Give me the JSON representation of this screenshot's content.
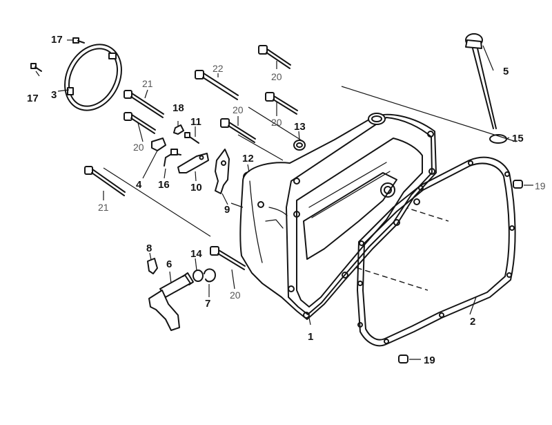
{
  "diagram": {
    "callouts": [
      {
        "id": "label-1",
        "text": "1"
      },
      {
        "id": "label-2",
        "text": "2"
      },
      {
        "id": "label-3",
        "text": "3"
      },
      {
        "id": "label-4",
        "text": "4"
      },
      {
        "id": "label-5",
        "text": "5"
      },
      {
        "id": "label-6",
        "text": "6"
      },
      {
        "id": "label-7",
        "text": "7"
      },
      {
        "id": "label-8",
        "text": "8"
      },
      {
        "id": "label-9",
        "text": "9"
      },
      {
        "id": "label-10",
        "text": "10"
      },
      {
        "id": "label-11",
        "text": "11"
      },
      {
        "id": "label-12",
        "text": "12"
      },
      {
        "id": "label-13",
        "text": "13"
      },
      {
        "id": "label-14",
        "text": "14"
      },
      {
        "id": "label-15",
        "text": "15"
      },
      {
        "id": "label-16",
        "text": "16"
      },
      {
        "id": "label-17a",
        "text": "17"
      },
      {
        "id": "label-17b",
        "text": "17"
      },
      {
        "id": "label-18",
        "text": "18"
      },
      {
        "id": "label-19a",
        "text": "19"
      },
      {
        "id": "label-19b",
        "text": "19"
      },
      {
        "id": "label-20a",
        "text": "20"
      },
      {
        "id": "label-20b",
        "text": "20"
      },
      {
        "id": "label-20c",
        "text": "20"
      },
      {
        "id": "label-20d",
        "text": "20"
      },
      {
        "id": "label-20e",
        "text": "20"
      },
      {
        "id": "label-21a",
        "text": "21"
      },
      {
        "id": "label-21b",
        "text": "21"
      },
      {
        "id": "label-22",
        "text": "22"
      }
    ]
  }
}
